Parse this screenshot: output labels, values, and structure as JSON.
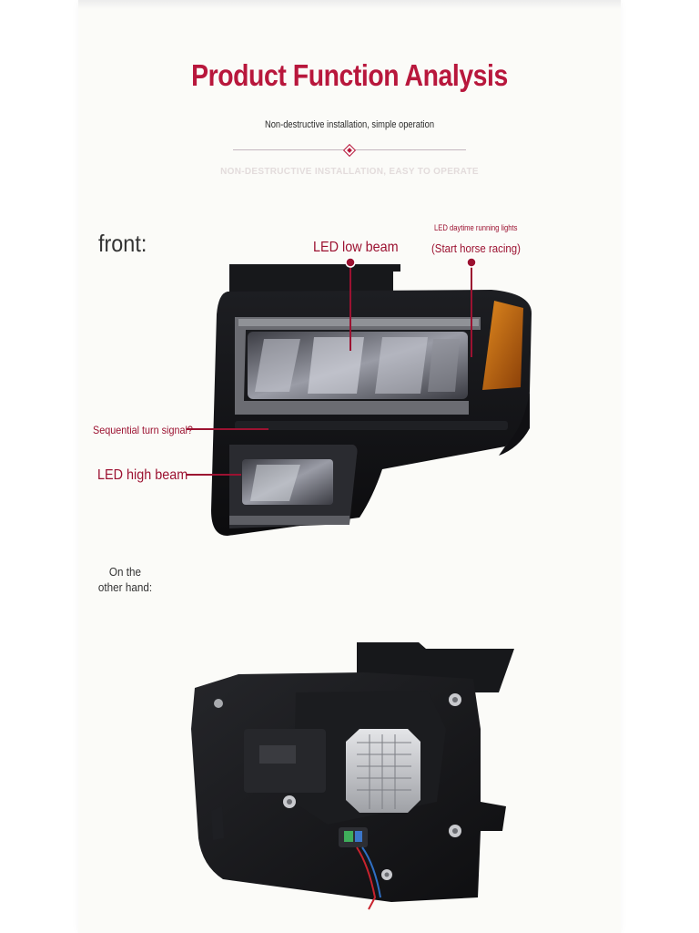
{
  "header": {
    "title": "Product Function Analysis",
    "subtitle": "Non-destructive installation, simple operation",
    "faded_subtitle": "NON-DESTRUCTIVE INSTALLATION, EASY TO OPERATE"
  },
  "front_section": {
    "heading": "front:",
    "callouts": {
      "low_beam": "LED low beam",
      "drl_title": "LED daytime running lights",
      "drl_sub": "(Start horse racing)",
      "turn_signal": "Sequential turn signal?",
      "high_beam": "LED high beam"
    }
  },
  "back_section": {
    "heading": "On the other hand:"
  },
  "colors": {
    "accent": "#b8173c",
    "callout": "#9c1231",
    "housing": "#141416",
    "amber": "#c96a12"
  }
}
